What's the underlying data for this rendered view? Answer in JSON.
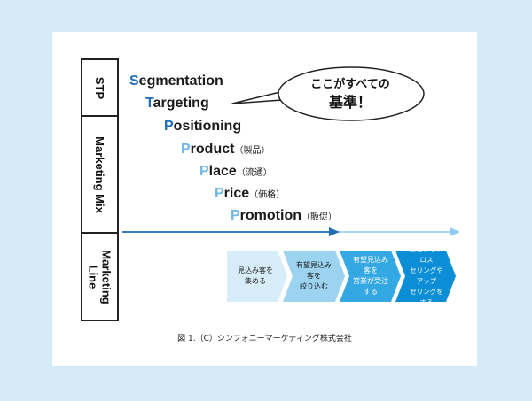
{
  "sidebar": {
    "stp_label": "STP",
    "mix_label": "Marketing Mix",
    "line_label_1": "Marketing",
    "line_label_2": "Line"
  },
  "terms": [
    {
      "initial": "S",
      "rest": "egmentation",
      "ja": ""
    },
    {
      "initial": "T",
      "rest": "argeting",
      "ja": ""
    },
    {
      "initial": "P",
      "rest": "ositioning",
      "ja": ""
    },
    {
      "initial": "P",
      "rest": "roduct",
      "ja": "（製品）"
    },
    {
      "initial": "P",
      "rest": "lace",
      "ja": "（流通）"
    },
    {
      "initial": "P",
      "rest": "rice",
      "ja": "（価格）"
    },
    {
      "initial": "P",
      "rest": "romotion",
      "ja": "（販促）"
    }
  ],
  "bubble": {
    "line1": "ここがすべての",
    "line2": "基準！"
  },
  "steps": [
    {
      "line1": "見込み客を",
      "line2": "集める"
    },
    {
      "line1": "有望見込み客を",
      "line2": "絞り込む"
    },
    {
      "line1": "有望見込み客を",
      "line2": "営業が受注する"
    },
    {
      "line1": "顧客からクロス",
      "line2": "セリングやアップ",
      "line3": "セリングをする"
    }
  ],
  "caption": "図 1.（C）シンフォニーマーケティング株式会社",
  "colors": {
    "background": "#d6ebf8",
    "initial_dark": "#1e6fb8",
    "initial_light": "#6fb7e6",
    "step1": "#d7edf9",
    "step2": "#9bd3f1",
    "step3": "#34a8e3",
    "step4": "#0c8ed6"
  }
}
